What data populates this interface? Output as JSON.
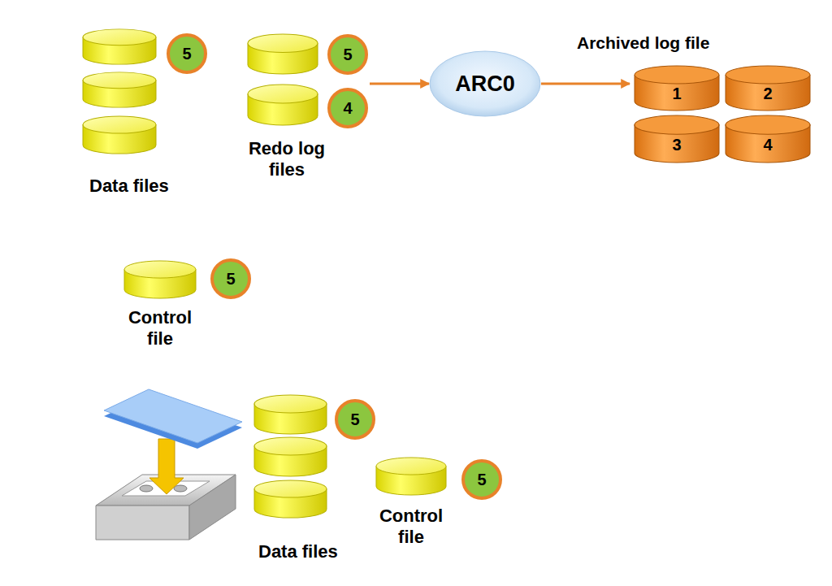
{
  "diagram": {
    "nodes": [
      {
        "text": [
          "5"
        ]
      },
      {
        "text": [
          "Redo log files"
        ]
      },
      {
        "text": [
          "5"
        ],
        "in": 1
      },
      {
        "text": [
          "4"
        ],
        "in": 1
      },
      {
        "text": [
          "ARC0"
        ]
      },
      {
        "text": [
          "Archived log file"
        ]
      },
      {
        "text": [
          "1"
        ],
        "in": 5
      },
      {
        "text": [
          "2"
        ],
        "in": 5
      },
      {
        "text": [
          "3"
        ],
        "in": 5
      },
      {
        "text": [
          "4"
        ],
        "in": 5
      },
      {
        "text": [
          "5"
        ]
      },
      {
        "text": [
          "5"
        ]
      },
      {
        "text": [
          "5"
        ]
      }
    ],
    "edges": [
      {
        "from": 1,
        "to": 4,
        "arrow": "to"
      },
      {
        "from": 4,
        "to": 5,
        "arrow": "to"
      }
    ],
    "labels": [
      "Data files",
      "Control file",
      "Data files",
      "Control file"
    ]
  }
}
